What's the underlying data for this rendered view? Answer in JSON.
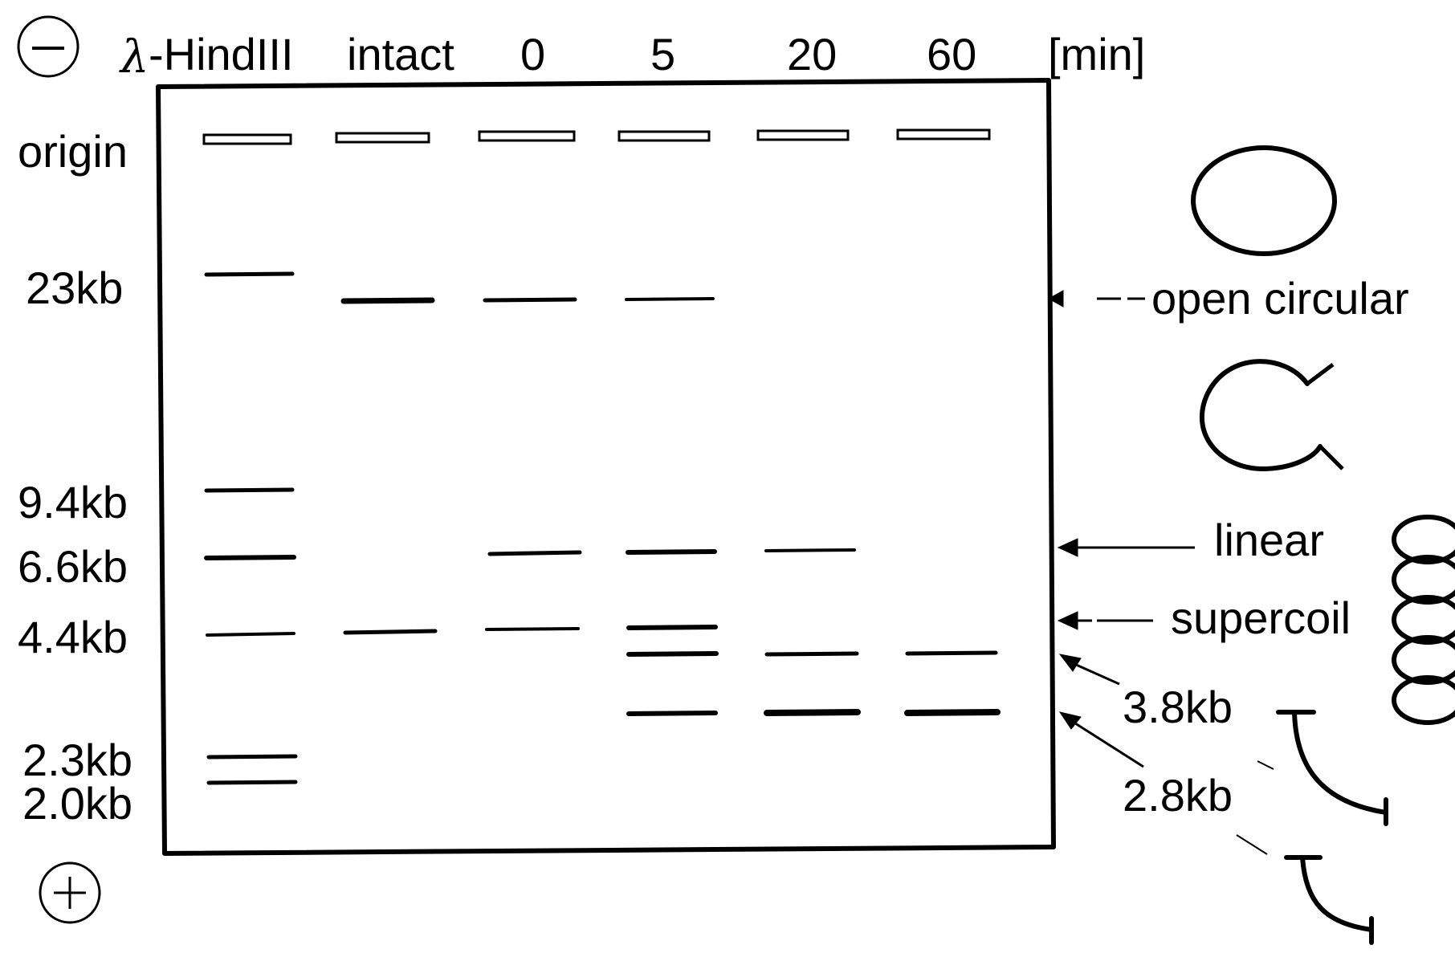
{
  "polarity": {
    "negative": "−",
    "positive": "+"
  },
  "header": {
    "lambda": "λ",
    "marker_lane": "-HindIII",
    "lanes": [
      "intact",
      "0",
      "5",
      "20",
      "60"
    ],
    "unit": "[min]"
  },
  "size_labels": {
    "origin": "origin",
    "kb23": "23kb",
    "kb9_4": "9.4kb",
    "kb6_6": "6.6kb",
    "kb4_4": "4.4kb",
    "kb2_3": "2.3kb",
    "kb2_0": "2.0kb"
  },
  "right_labels": {
    "open_circular": "open circular",
    "linear": "linear",
    "supercoil": "supercoil",
    "kb3_8": "3.8kb",
    "kb2_8": "2.8kb"
  },
  "colors": {
    "ink": "#000000",
    "background": "#ffffff"
  }
}
